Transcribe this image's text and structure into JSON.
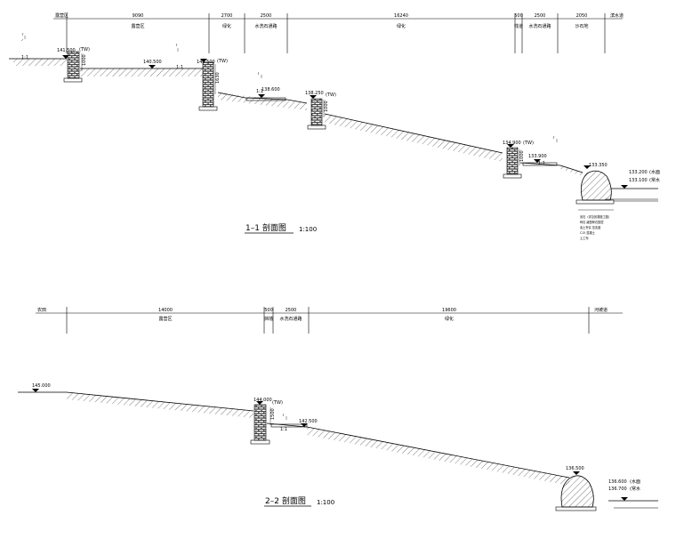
{
  "section1": {
    "title": "1–1 剖面图",
    "scale": "1:100",
    "dimensions": [
      "9090",
      "2700",
      "2500",
      "16240",
      "500",
      "2500",
      "2050"
    ],
    "zones": [
      "露营区",
      "绿化",
      "水洗石通路",
      "绿化",
      "栈道",
      "水洗石通路",
      "沙石地"
    ],
    "left_label": "露营区",
    "right_label": "滨水道",
    "elevations": [
      "141.500",
      "140.500",
      "140.500",
      "138.600",
      "138.250",
      "134.900",
      "133.900",
      "133.350"
    ],
    "water_levels": [
      "133.200",
      "133.100"
    ],
    "water_labels": [
      "(水面",
      "(常水"
    ],
    "tw_mark": "(TW)",
    "wall_heights": [
      "1000",
      "1630",
      "1000",
      "1000"
    ],
    "slope": "1:1",
    "notes": [
      "景石（详见景观施工图）",
      "碎石 级配碎石垫层",
      "素土夯实 压实度",
      "C15 混凝土",
      "土工布"
    ]
  },
  "section2": {
    "title": "2–2 剖面图",
    "scale": "1:100",
    "dimensions": [
      "14000",
      "500",
      "2500",
      "19600"
    ],
    "zones": [
      "露营区",
      "挡墙",
      "水洗石通路",
      "绿化"
    ],
    "left_label": "农田",
    "right_label": "河坡道",
    "elevations": [
      "145.000",
      "144.000",
      "142.500",
      "136.500"
    ],
    "water_levels": [
      "136.600",
      "136.700"
    ],
    "water_labels": [
      "(水面",
      "(常水"
    ],
    "tw_mark": "(TW)",
    "wall_height": "1500",
    "slope": "1:1"
  }
}
